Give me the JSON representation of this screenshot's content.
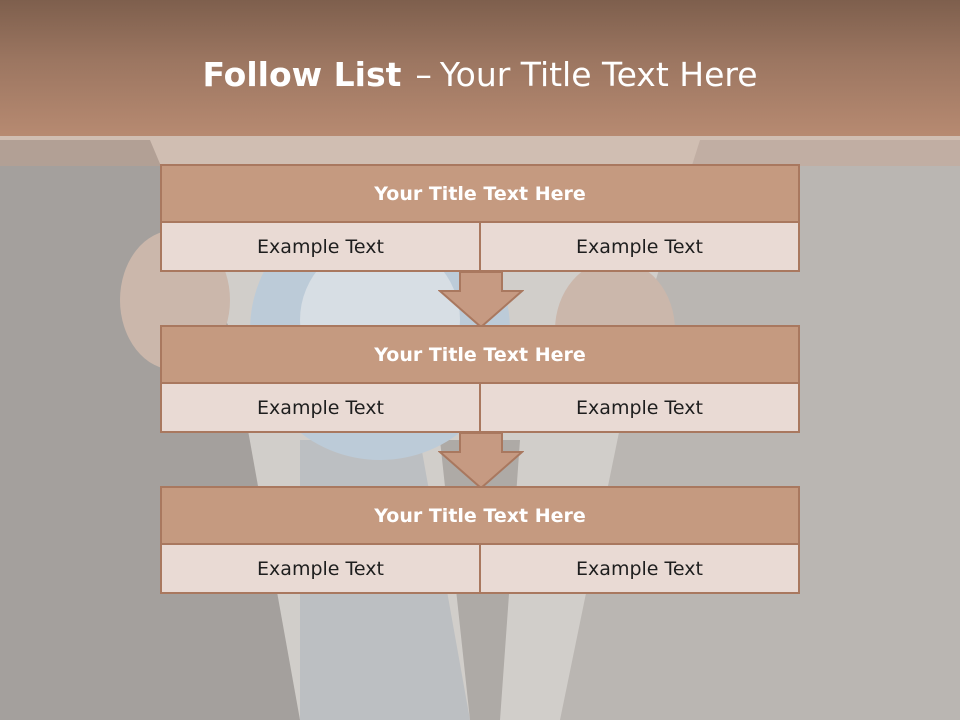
{
  "title": {
    "bold": "Follow List",
    "separator": "–",
    "rest": "Your Title Text Here"
  },
  "colors": {
    "header": "#9c7661",
    "block_title": "#c59a80",
    "block_border": "#a9785f",
    "cell_fill": "#e9dad4",
    "arrow_fill": "#c69a82"
  },
  "blocks": [
    {
      "title": "Your Title Text Here",
      "cells": [
        "Example Text",
        "Example Text"
      ]
    },
    {
      "title": "Your Title Text Here",
      "cells": [
        "Example Text",
        "Example Text"
      ]
    },
    {
      "title": "Your Title Text Here",
      "cells": [
        "Example Text",
        "Example Text"
      ]
    }
  ],
  "arrows": [
    {
      "icon": "down-arrow-icon"
    },
    {
      "icon": "down-arrow-icon"
    }
  ]
}
